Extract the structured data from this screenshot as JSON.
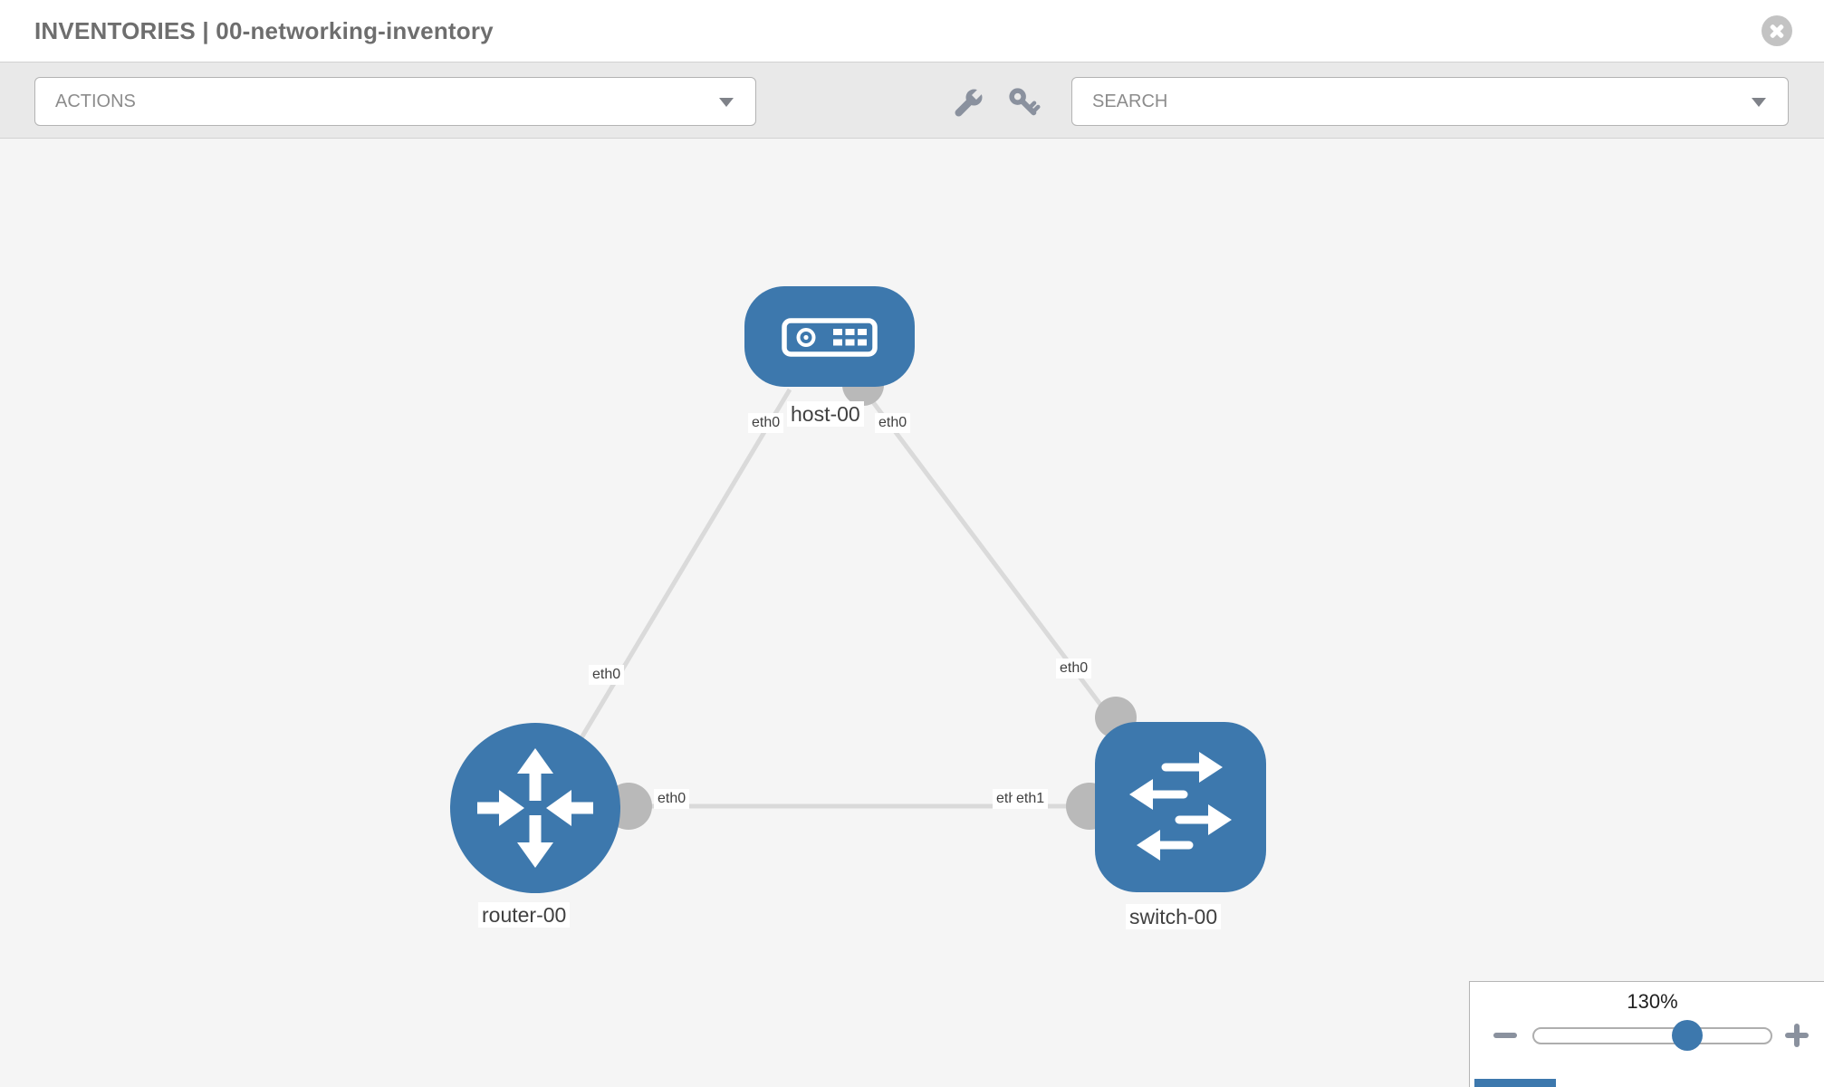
{
  "header": {
    "title": "INVENTORIES | 00-networking-inventory",
    "close_icon": "close-icon"
  },
  "toolbar": {
    "actions_dropdown": {
      "label": "ACTIONS",
      "caret_icon": "chevron-down-icon"
    },
    "search_dropdown": {
      "label": "SEARCH",
      "caret_icon": "chevron-down-icon"
    },
    "icons": {
      "wrench": "wrench-icon",
      "key": "key-icon"
    }
  },
  "topology": {
    "nodes": [
      {
        "label": "host-00",
        "type": "host"
      },
      {
        "label": "router-00",
        "type": "router"
      },
      {
        "label": "switch-00",
        "type": "switch"
      }
    ],
    "links": [
      {
        "source": "host-00",
        "source_interface": "eth0",
        "target": "router-00",
        "target_interface": "eth0"
      },
      {
        "source": "host-00",
        "source_interface": "eth0",
        "target": "switch-00",
        "target_interface": "eth0"
      },
      {
        "source": "router-00",
        "source_interface": "eth0",
        "target": "switch-00",
        "target_interface": "eth1",
        "overlapped_interface": "eth0"
      }
    ]
  },
  "zoom_control": {
    "level": "130%",
    "minus_icon": "minus-icon",
    "plus_icon": "plus-icon"
  },
  "colors": {
    "node_blue": "#3d78ad",
    "link_gray": "#dadada",
    "connector_gray": "#b9b9b9",
    "canvas_bg": "#f5f5f5",
    "toolbar_bg": "#e9e9e9"
  }
}
